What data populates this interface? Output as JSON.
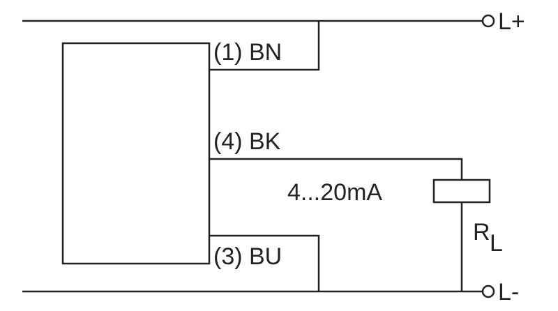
{
  "diagram": {
    "terminals": {
      "positive": "L+",
      "negative": "L-"
    },
    "wires": {
      "pin1": "(1) BN",
      "pin4": "(4) BK",
      "pin3": "(3) BU"
    },
    "signal": "4...20mA",
    "load": {
      "symbol": "R",
      "subscript": "L"
    }
  }
}
